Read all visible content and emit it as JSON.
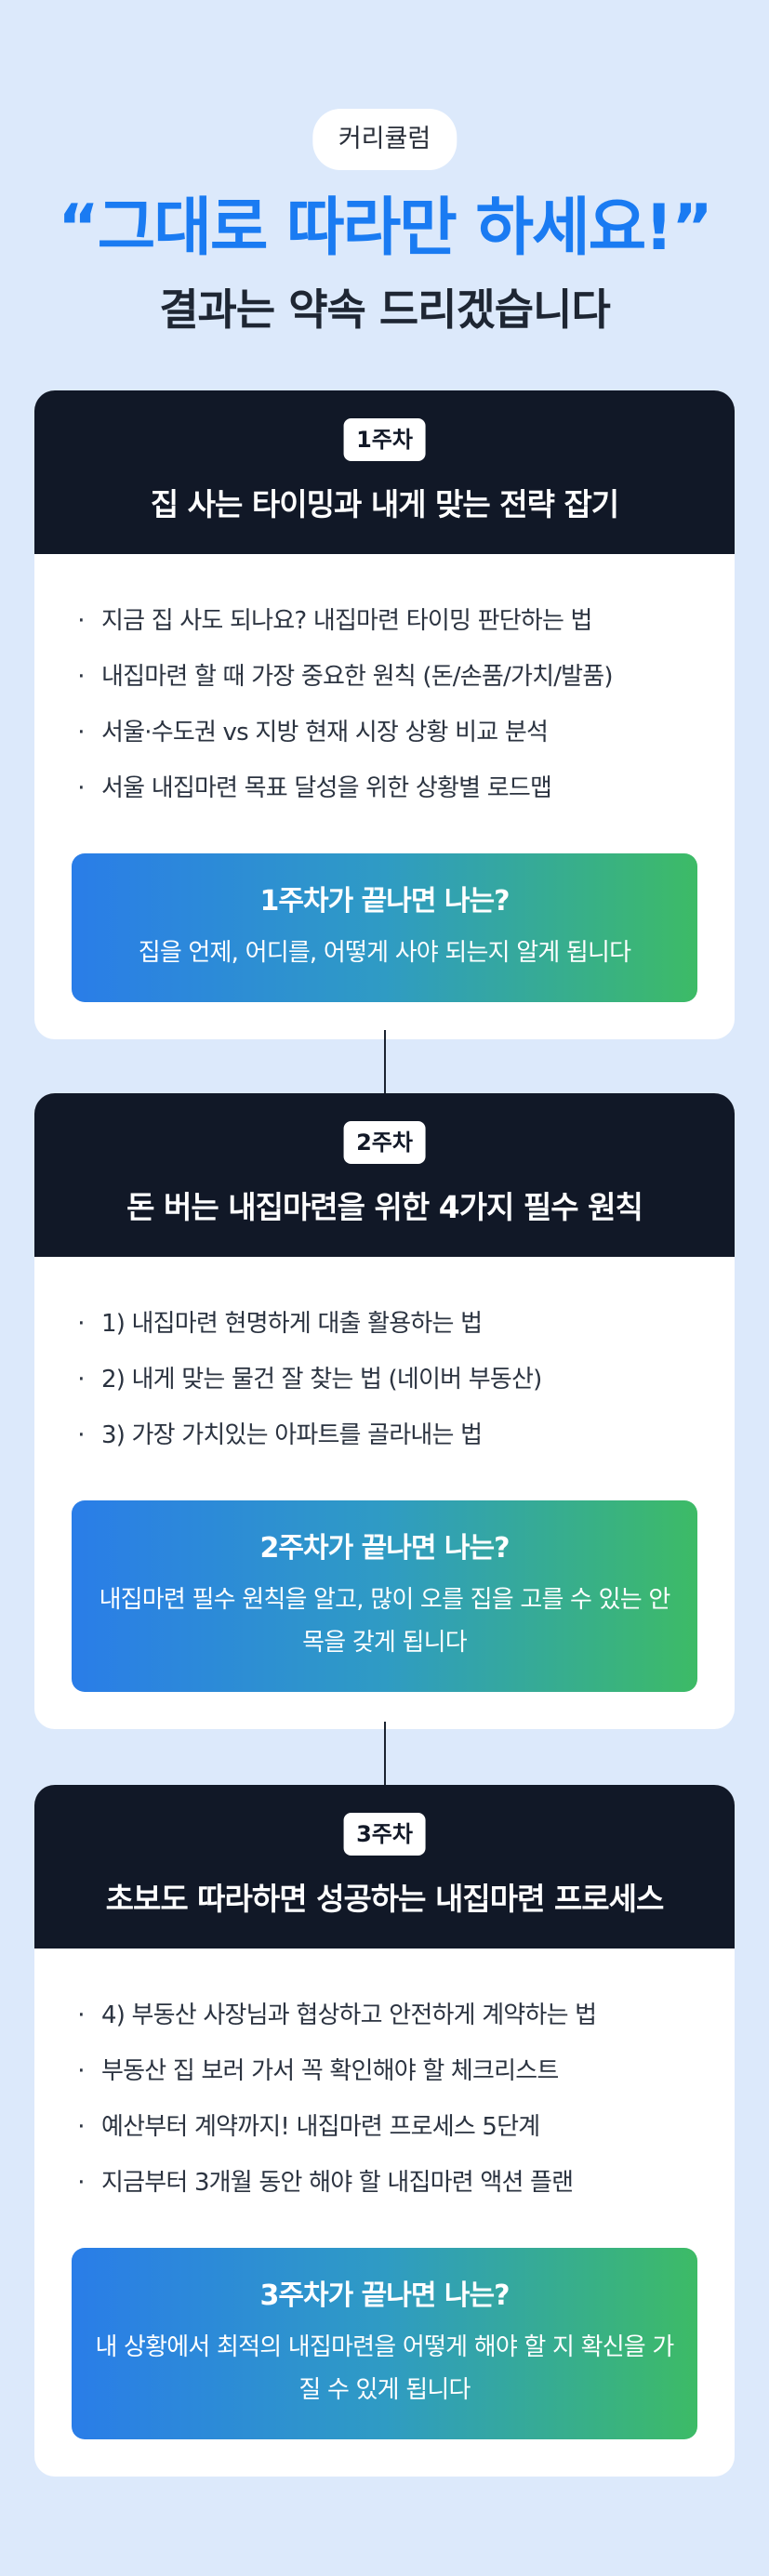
{
  "hero": {
    "pill": "커리큘럼",
    "headline": "“그대로 따라만 하세요!”",
    "subhead": "결과는 약속 드리겠습니다"
  },
  "weeks": [
    {
      "badge": "1주차",
      "title": "집 사는 타이밍과 내게 맞는 전략 잡기",
      "items": [
        "지금 집 사도 되나요? 내집마련  타이밍 판단하는 법",
        "내집마련 할 때 가장 중요한 원칙 (돈/손품/가치/발품)",
        "서울·수도권 vs 지방 현재 시장 상황 비교 분석",
        "서울 내집마련 목표 달성을 위한 상황별 로드맵"
      ],
      "result_title": "1주차가 끝나면 나는?",
      "result_text": "집을 언제, 어디를, 어떻게 사야 되는지 알게 됩니다"
    },
    {
      "badge": "2주차",
      "title": "돈 버는 내집마련을 위한 4가지 필수 원칙",
      "items": [
        "1) 내집마련 현명하게 대출 활용하는 법",
        "2) 내게 맞는 물건 잘 찾는 법 (네이버 부동산)",
        "3) 가장 가치있는 아파트를 골라내는 법"
      ],
      "result_title": "2주차가 끝나면 나는?",
      "result_text": "내집마련 필수 원칙을 알고, 많이 오를 집을 고를 수 있는 안목을 갖게 됩니다"
    },
    {
      "badge": "3주차",
      "title": "초보도 따라하면 성공하는 내집마련 프로세스",
      "items": [
        "4) 부동산 사장님과 협상하고 안전하게 계약하는 법",
        "부동산 집 보러 가서 꼭 확인해야 할 체크리스트",
        "예산부터 계약까지! 내집마련 프로세스 5단계",
        "지금부터 3개월 동안 해야 할 내집마련 액션 플랜"
      ],
      "result_title": "3주차가 끝나면 나는?",
      "result_text": "내 상황에서 최적의 내집마련을 어떻게 해야 할 지 확신을 가질 수 있게 됩니다"
    }
  ],
  "bullet": "·"
}
